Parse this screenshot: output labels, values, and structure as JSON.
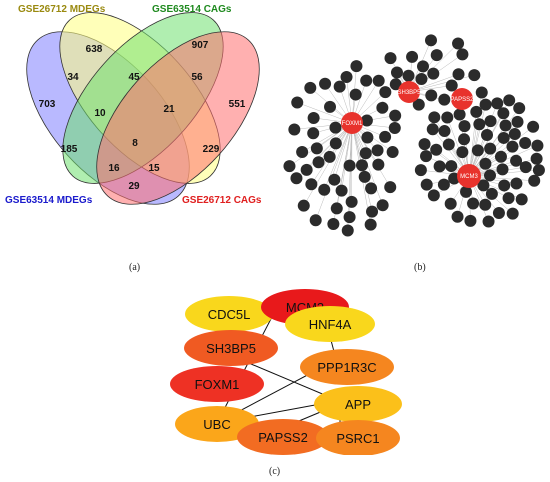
{
  "panel_labels": {
    "a": "(a)",
    "b": "(b)",
    "c": "(c)"
  },
  "venn": {
    "sets": [
      {
        "label": "GSE26712 MDEGs",
        "color": "#ffff80",
        "label_color": "#9a8a10"
      },
      {
        "label": "GSE63514 CAGs",
        "color": "#6fe06f",
        "label_color": "#1f8a1f"
      },
      {
        "label": "GSE63514 MDEGs",
        "color": "#8080ff",
        "label_color": "#1a1acc"
      },
      {
        "label": "GSE26712 CAGs",
        "color": "#ff7070",
        "label_color": "#e02020"
      }
    ],
    "counts": {
      "only_gse26712_mdegs": "638",
      "only_gse63514_cags": "907",
      "only_gse63514_mdegs": "703",
      "only_gse26712_cags": "551",
      "mdegs26712_and_mdegs63514": "34",
      "mdegs26712_and_cags63514": "45",
      "cags63514_and_cags26712": "56",
      "mdegs26712_mdegs63514_cags63514": "10",
      "mdegs26712_cags63514_cags26712": "21",
      "all_four": "8",
      "mdegs63514_and_cags63514": "185",
      "cags26712_and_mdegs26712": "229",
      "mdegs63514_cags63514_cags26712": "16",
      "mdegs26712_mdegs63514_cags26712": "15",
      "mdegs63514_and_cags26712": "29"
    }
  },
  "network_b": {
    "hub_nodes": [
      "FOXM1",
      "SH3BP5",
      "PAPSS2",
      "MCM3"
    ],
    "hub_color": "#e8322c",
    "node_color": "#2b2b2b"
  },
  "network_c": {
    "nodes": [
      {
        "id": "CDC5L",
        "label": "CDC5L",
        "color": "#f9d71c"
      },
      {
        "id": "MCM3",
        "label": "MCM3",
        "color": "#e8191b"
      },
      {
        "id": "HNF4A",
        "label": "HNF4A",
        "color": "#f9d71c"
      },
      {
        "id": "SH3BP5",
        "label": "SH3BP5",
        "color": "#f05a22"
      },
      {
        "id": "PPP1R3C",
        "label": "PPP1R3C",
        "color": "#f5861f"
      },
      {
        "id": "FOXM1",
        "label": "FOXM1",
        "color": "#ee3124"
      },
      {
        "id": "APP",
        "label": "APP",
        "color": "#fbc01a"
      },
      {
        "id": "UBC",
        "label": "UBC",
        "color": "#fba61a"
      },
      {
        "id": "PAPSS2",
        "label": "PAPSS2",
        "color": "#f26c22"
      },
      {
        "id": "PSRC1",
        "label": "PSRC1",
        "color": "#f5861f"
      }
    ],
    "edges": [
      [
        "MCM3",
        "UBC"
      ],
      [
        "HNF4A",
        "PPP1R3C"
      ],
      [
        "SH3BP5",
        "APP"
      ],
      [
        "PPP1R3C",
        "UBC"
      ],
      [
        "APP",
        "UBC"
      ],
      [
        "APP",
        "PAPSS2"
      ],
      [
        "APP",
        "PSRC1"
      ]
    ]
  }
}
